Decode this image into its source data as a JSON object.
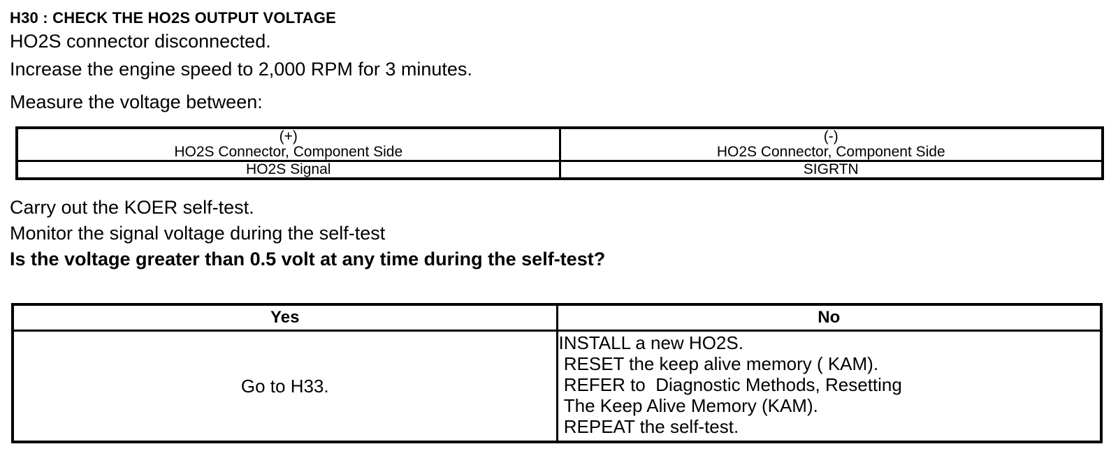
{
  "doc": {
    "title": "H30 : CHECK THE HO2S OUTPUT VOLTAGE",
    "steps": [
      "HO2S connector disconnected.",
      "Increase the engine speed to 2,000 RPM for 3 minutes.",
      "Measure the voltage between:"
    ],
    "measure_table": {
      "columns": [
        {
          "sign": "(+)",
          "label": "HO2S Connector, Component Side",
          "pin": "HO2S Signal"
        },
        {
          "sign": "(-)",
          "label": "HO2S Connector, Component Side",
          "pin": "SIGRTN"
        }
      ]
    },
    "post_steps": [
      "Carry out the KOER self-test.",
      "Monitor the signal voltage during the self-test"
    ],
    "question": "Is the voltage greater than 0.5 volt at any time during the self-test?",
    "result_table": {
      "yes_header": "Yes",
      "no_header": "No",
      "yes_action": "Go to H33.",
      "no_actions": [
        "INSTALL a new HO2S.",
        " RESET the keep alive memory ( KAM).",
        " REFER to  Diagnostic Methods, Resetting",
        " The Keep Alive Memory (KAM).",
        " REPEAT the self-test."
      ]
    },
    "colors": {
      "text": "#000000",
      "background": "#ffffff",
      "rule": "#000000"
    }
  }
}
